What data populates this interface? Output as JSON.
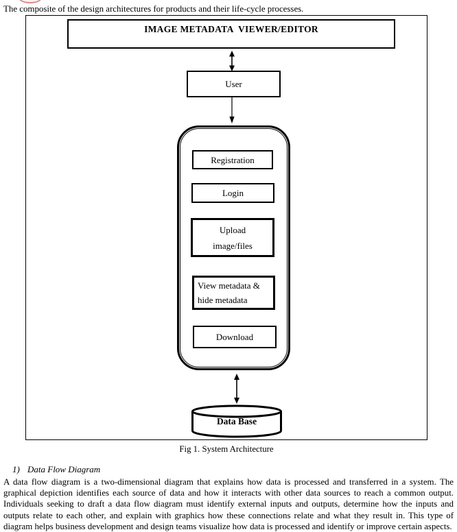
{
  "colors": {
    "ink": "#000000",
    "paper": "#ffffff",
    "red_fragment_border": "#d98c8c"
  },
  "top_caption": "The composite of the design architectures for products and their life-cycle processes.",
  "figure": {
    "title_box": "IMAGE METADATA  VIEWER/EDITOR",
    "user_box": "User",
    "registration": "Registration",
    "login": "Login",
    "upload_line1": "Upload",
    "upload_line2": "image/files",
    "view_line1": "View metadata &",
    "view_line2": "hide metadata",
    "download": "Download",
    "database": "Data Base",
    "caption": "Fig 1. System Architecture",
    "icons": {
      "arrow_title_user": "bidirectional-vertical-arrow",
      "arrow_user_app": "down-arrow",
      "arrow_app_db": "bidirectional-vertical-arrow",
      "database": "database-cylinder"
    }
  },
  "section": {
    "number": "1)",
    "heading": "Data Flow Diagram",
    "body": "A data flow diagram is a two-dimensional diagram that explains how data is processed and transferred in a system. The graphical depiction identifies each source of data and how it interacts with other data sources to reach a common output. Individuals seeking to draft a data flow diagram must identify external inputs and outputs, determine how the inputs and outputs relate to each other, and explain with graphics how these connections relate and what they result in. This type of diagram helps business development and design teams visualize how data is processed and identify or improve certain aspects."
  }
}
